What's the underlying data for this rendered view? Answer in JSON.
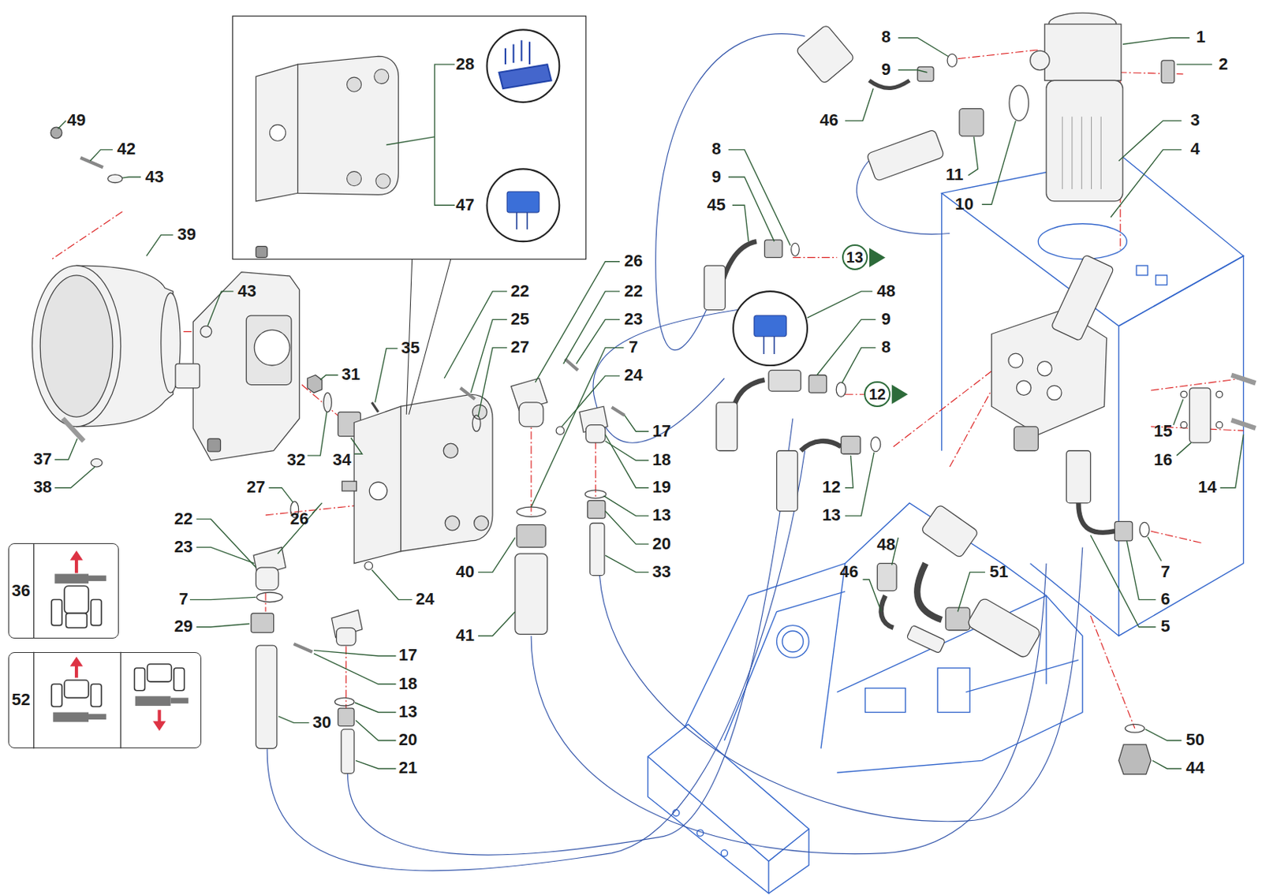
{
  "diagram": {
    "nodes": [
      {
        "text": [
          "13"
        ]
      },
      {
        "text": [
          "12"
        ]
      },
      {
        "text": [
          "36"
        ]
      },
      {
        "text": [
          "52"
        ]
      }
    ],
    "labels": [
      "8",
      "1",
      "28",
      "2",
      "9",
      "49",
      "46",
      "3",
      "42",
      "8",
      "4",
      "11",
      "43",
      "9",
      "10",
      "47",
      "45",
      "39",
      "26",
      "43",
      "22",
      "22",
      "48",
      "25",
      "23",
      "9",
      "35",
      "27",
      "7",
      "8",
      "31",
      "24",
      "17",
      "15",
      "37",
      "32",
      "34",
      "18",
      "16",
      "38",
      "27",
      "19",
      "12",
      "14",
      "22",
      "26",
      "13",
      "13",
      "23",
      "20",
      "48",
      "40",
      "33",
      "46",
      "51",
      "7",
      "7",
      "24",
      "6",
      "29",
      "5",
      "41",
      "17",
      "18",
      "13",
      "30",
      "20",
      "50",
      "21",
      "44"
    ]
  }
}
